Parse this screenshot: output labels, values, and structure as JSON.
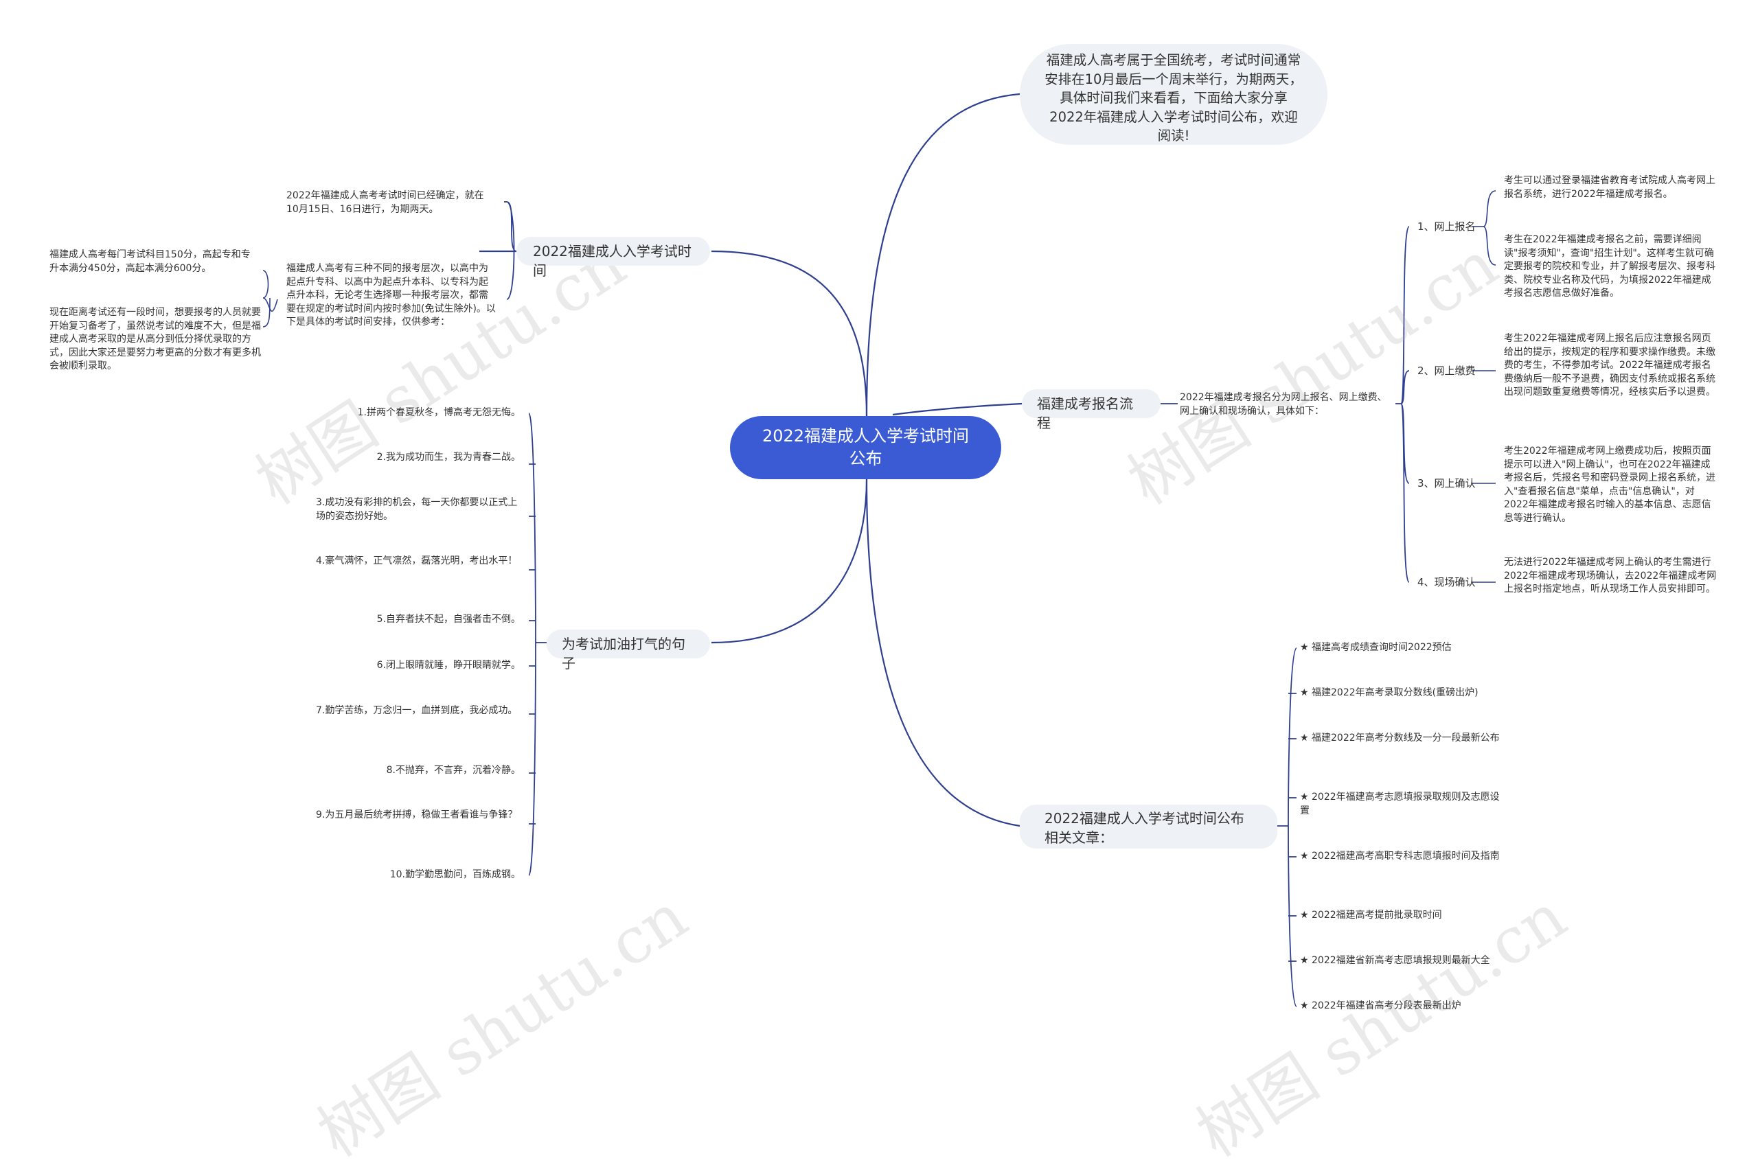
{
  "center": "2022福建成人入学考试时间公布",
  "intro": "福建成人高考属于全国统考，考试时间通常安排在10月最后一个周末举行，为期两天，具体时间我们来看看，下面给大家分享2022年福建成人入学考试时间公布，欢迎阅读!",
  "branch_time": {
    "label": "2022福建成人入学考试时间",
    "text1": "2022年福建成人高考考试时间已经确定，就在10月15日、16日进行，为期两天。",
    "text2": "福建成人高考有三种不同的报考层次，以高中为起点升专科、以高中为起点升本科、以专科为起点升本科，无论考生选择哪一种报考层次，都需要在规定的考试时间内按时参加(免试生除外)。以下是具体的考试时间安排，仅供参考：",
    "sub1": "福建成人高考每门考试科目150分，高起专和专升本满分450分，高起本满分600分。",
    "sub2": "现在距离考试还有一段时间，想要报考的人员就要开始复习备考了，虽然说考试的难度不大，但是福建成人高考采取的是从高分到低分择优录取的方式，因此大家还是要努力考更高的分数才有更多机会被顺利录取。"
  },
  "branch_cheer": {
    "label": "为考试加油打气的句子",
    "items": [
      "1.拼两个春夏秋冬，博高考无怨无悔。",
      "2.我为成功而生，我为青春二战。",
      "3.成功没有彩排的机会，每一天你都要以正式上场的姿态扮好她。",
      "4.豪气满怀，正气凛然，磊落光明，考出水平！",
      "5.自弃者扶不起，自强者击不倒。",
      "6.闭上眼睛就睡，睁开眼睛就学。",
      "7.勤学苦练，万念归一，血拼到底，我必成功。",
      "8.不抛弃，不言弃，沉着冷静。",
      "9.为五月最后统考拼搏，稳做王者看谁与争锋？",
      "10.勤学勤思勤问，百炼成钢。"
    ]
  },
  "branch_process": {
    "label": "福建成考报名流程",
    "text": "2022年福建成考报名分为网上报名、网上缴费、网上确认和现场确认，具体如下：",
    "steps": [
      {
        "label": "1、网上报名",
        "details": [
          "考生可以通过登录福建省教育考试院成人高考网上报名系统，进行2022年福建成考报名。",
          "考生在2022年福建成考报名之前，需要详细阅读\"报考须知\"，查询\"招生计划\"。这样考生就可确定要报考的院校和专业，并了解报考层次、报考科类、院校专业名称及代码，为填报2022年福建成考报名志愿信息做好准备。"
        ]
      },
      {
        "label": "2、网上缴费",
        "details": [
          "考生2022年福建成考网上报名后应注意报名网页给出的提示，按规定的程序和要求操作缴费。未缴费的考生，不得参加考试。2022年福建成考报名费缴纳后一般不予退费，确因支付系统或报名系统出现问题致重复缴费等情况，经核实后予以退费。"
        ]
      },
      {
        "label": "3、网上确认",
        "details": [
          "考生2022年福建成考网上缴费成功后，按照页面提示可以进入\"网上确认\"，也可在2022年福建成考报名后，凭报名号和密码登录网上报名系统，进入\"查看报名信息\"菜单，点击\"信息确认\"，对2022年福建成考报名时输入的基本信息、志愿信息等进行确认。"
        ]
      },
      {
        "label": "4、现场确认",
        "details": [
          "无法进行2022年福建成考网上确认的考生需进行2022年福建成考现场确认，去2022年福建成考网上报名时指定地点，听从现场工作人员安排即可。"
        ]
      }
    ]
  },
  "branch_related": {
    "label": "2022福建成人入学考试时间公布相关文章：",
    "items": [
      "★ 福建高考成绩查询时间2022预估",
      "★ 福建2022年高考录取分数线(重磅出炉)",
      "★ 福建2022年高考分数线及一分一段最新公布",
      "★ 2022年福建高考志愿填报录取规则及志愿设置",
      "★ 2022福建高考高职专科志愿填报时间及指南",
      "★ 2022福建高考提前批录取时间",
      "★ 2022福建省新高考志愿填报规则最新大全",
      "★ 2022年福建省高考分段表最新出炉"
    ]
  },
  "watermark": "树图 shutu.cn",
  "colors": {
    "center": "#3a5bd3",
    "line": "#2f3f8f",
    "bubble": "#eef1f5"
  }
}
